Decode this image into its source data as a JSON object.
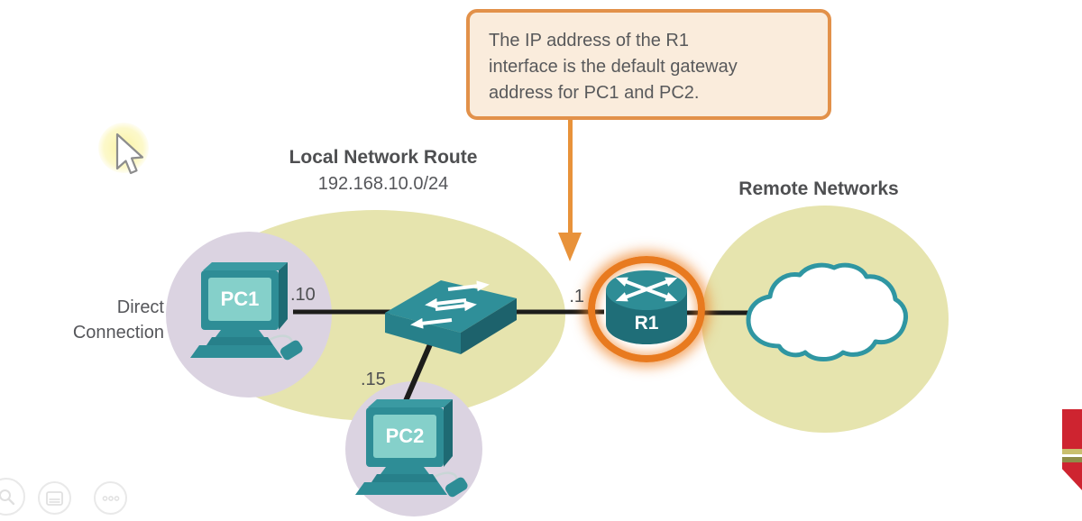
{
  "callout": {
    "lines": [
      "The IP address of the R1",
      "interface is the default gateway",
      "address for PC1 and PC2."
    ]
  },
  "local_network": {
    "title": "Local Network Route",
    "subnet": "192.168.10.0/24",
    "direct_connection": [
      "Direct",
      "Connection"
    ],
    "pc1": {
      "label": "PC1",
      "ip": ".10"
    },
    "pc2": {
      "label": "PC2",
      "ip": ".15"
    },
    "switch": {
      "icon": "workgroup-switch-icon"
    }
  },
  "router": {
    "label": "R1",
    "interface_ip": ".1",
    "highlighted": "orange-glow"
  },
  "remote_network": {
    "title": "Remote Networks",
    "icon": "cloud-icon"
  },
  "player_controls": {
    "icons": [
      "search-icon",
      "notes-icon",
      "more-options-icon"
    ]
  },
  "cursor": {
    "icon": "mouse-pointer-icon",
    "highlight": "yellow-glow"
  },
  "corner_logo": {
    "icon": "red-crest-partial-icon"
  },
  "colors": {
    "callout_border": "#E2914A",
    "callout_fill": "#FAECDC",
    "arrow_orange": "#E8923A",
    "highlight_ring": "#E87A1F",
    "network_area": "#E6E4AE",
    "device_area": "#DBD3E1",
    "device_teal": "#2E8D96",
    "device_teal_dark": "#1F6E78",
    "screen_teal": "#85D0CA",
    "cloud_border": "#2F96A2",
    "link_line": "#1D1D1B",
    "text_gray": "#55565A",
    "logo_red": "#CE2430"
  }
}
